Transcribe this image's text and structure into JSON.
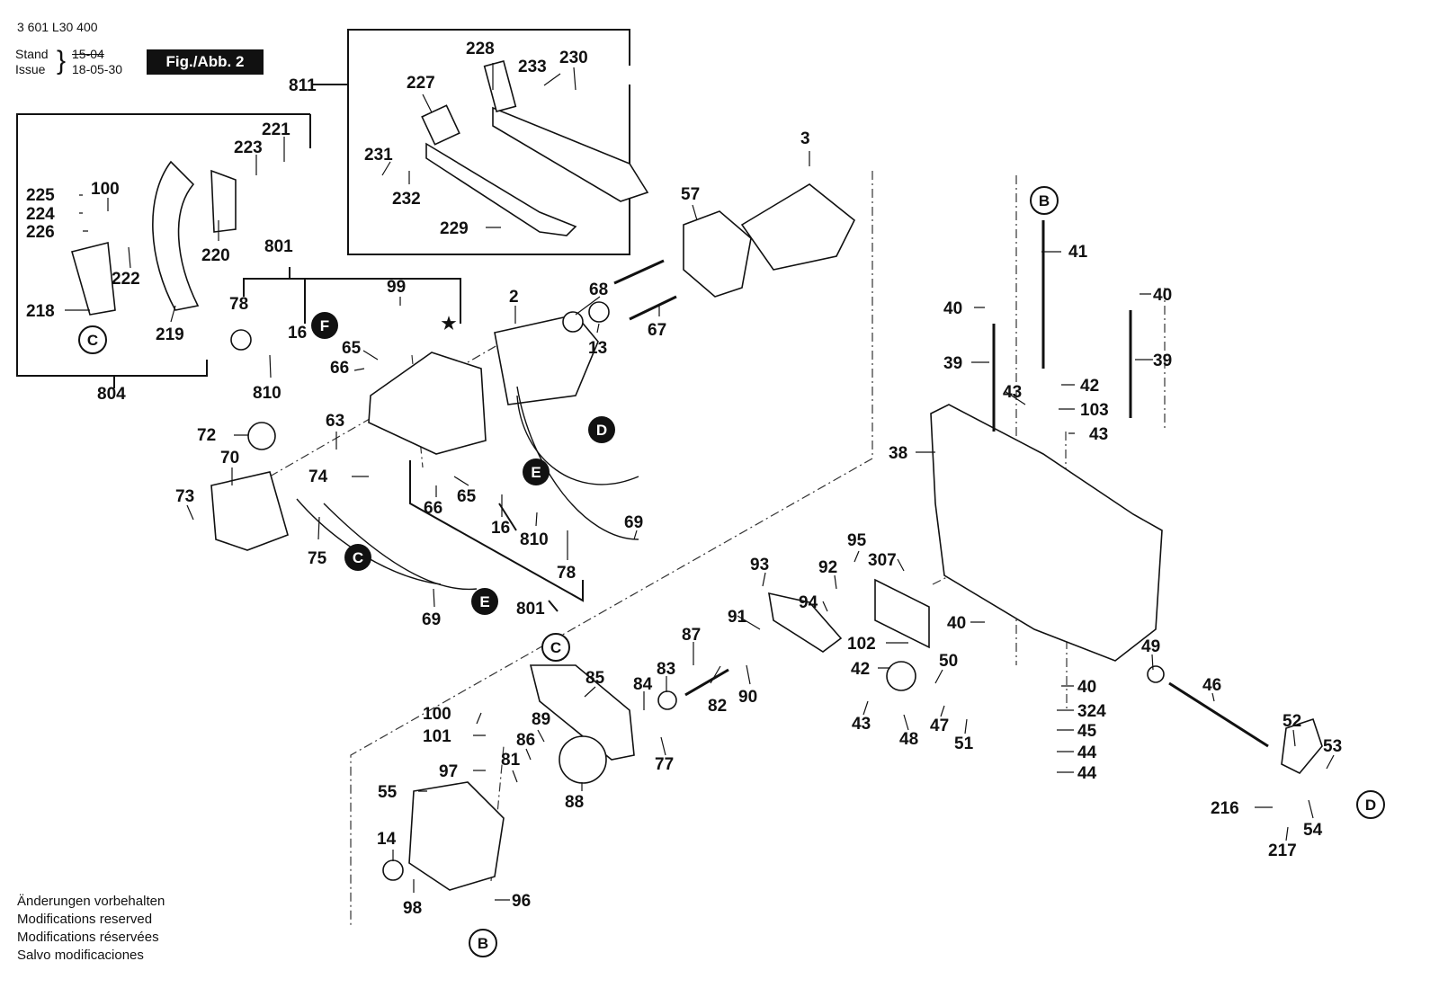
{
  "header": {
    "part_number": "3 601 L30 400",
    "stand_label": "Stand",
    "issue_label": "Issue",
    "stand_value": "15-04",
    "issue_value": "18-05-30",
    "figure": "Fig./Abb. 2"
  },
  "callouts": {
    "c811": "811",
    "c228": "228",
    "c233": "233",
    "c230": "230",
    "c227": "227",
    "c231": "231",
    "c232": "232",
    "c229": "229",
    "c221": "221",
    "c223": "223",
    "c225": "225",
    "c100a": "100",
    "c224": "224",
    "c226": "226",
    "c220": "220",
    "c222": "222",
    "c218": "218",
    "c219": "219",
    "c804": "804",
    "c3": "3",
    "c57": "57",
    "c801a": "801",
    "c78a": "78",
    "c16a": "16",
    "c99": "99",
    "c2": "2",
    "c68": "68",
    "c13": "13",
    "c67": "67",
    "c65a": "65",
    "c66a": "66",
    "c810a": "810",
    "c72": "72",
    "c70": "70",
    "c73": "73",
    "c63": "63",
    "c74": "74",
    "c75": "75",
    "c66b": "66",
    "c65b": "65",
    "c16b": "16",
    "c810b": "810",
    "c69a": "69",
    "c78b": "78",
    "c69b": "69",
    "c801b": "801",
    "c41": "41",
    "c40a": "40",
    "c40b": "40",
    "c39a": "39",
    "c39b": "39",
    "c43a": "43",
    "c42a": "42",
    "c103": "103",
    "c43b": "43",
    "c38": "38",
    "c95": "95",
    "c307": "307",
    "c93": "93",
    "c92": "92",
    "c94": "94",
    "c40c": "40",
    "c91": "91",
    "c102": "102",
    "c87": "87",
    "c85": "85",
    "c83": "83",
    "c84": "84",
    "c82": "82",
    "c90": "90",
    "c42b": "42",
    "c50": "50",
    "c49": "49",
    "c40d": "40",
    "c46": "46",
    "c324": "324",
    "c45": "45",
    "c44a": "44",
    "c44b": "44",
    "c43c": "43",
    "c48": "48",
    "c47": "47",
    "c51": "51",
    "c52": "52",
    "c53": "53",
    "c216": "216",
    "c54": "54",
    "c217": "217",
    "c100b": "100",
    "c101": "101",
    "c97": "97",
    "c89": "89",
    "c86": "86",
    "c81": "81",
    "c77": "77",
    "c88": "88",
    "c55": "55",
    "c14": "14",
    "c98": "98",
    "c96": "96"
  },
  "connectors": {
    "B_top": "B",
    "B_bottom": "B",
    "C_left": "C",
    "C_mid": "C",
    "C_wire": "C",
    "D_wire": "D",
    "D_right": "D",
    "E_top": "E",
    "E_bottom": "E",
    "F": "F"
  },
  "star_symbol": "★",
  "footer": [
    "Änderungen vorbehalten",
    "Modifications reserved",
    "Modifications réservées",
    "Salvo modificaciones"
  ]
}
